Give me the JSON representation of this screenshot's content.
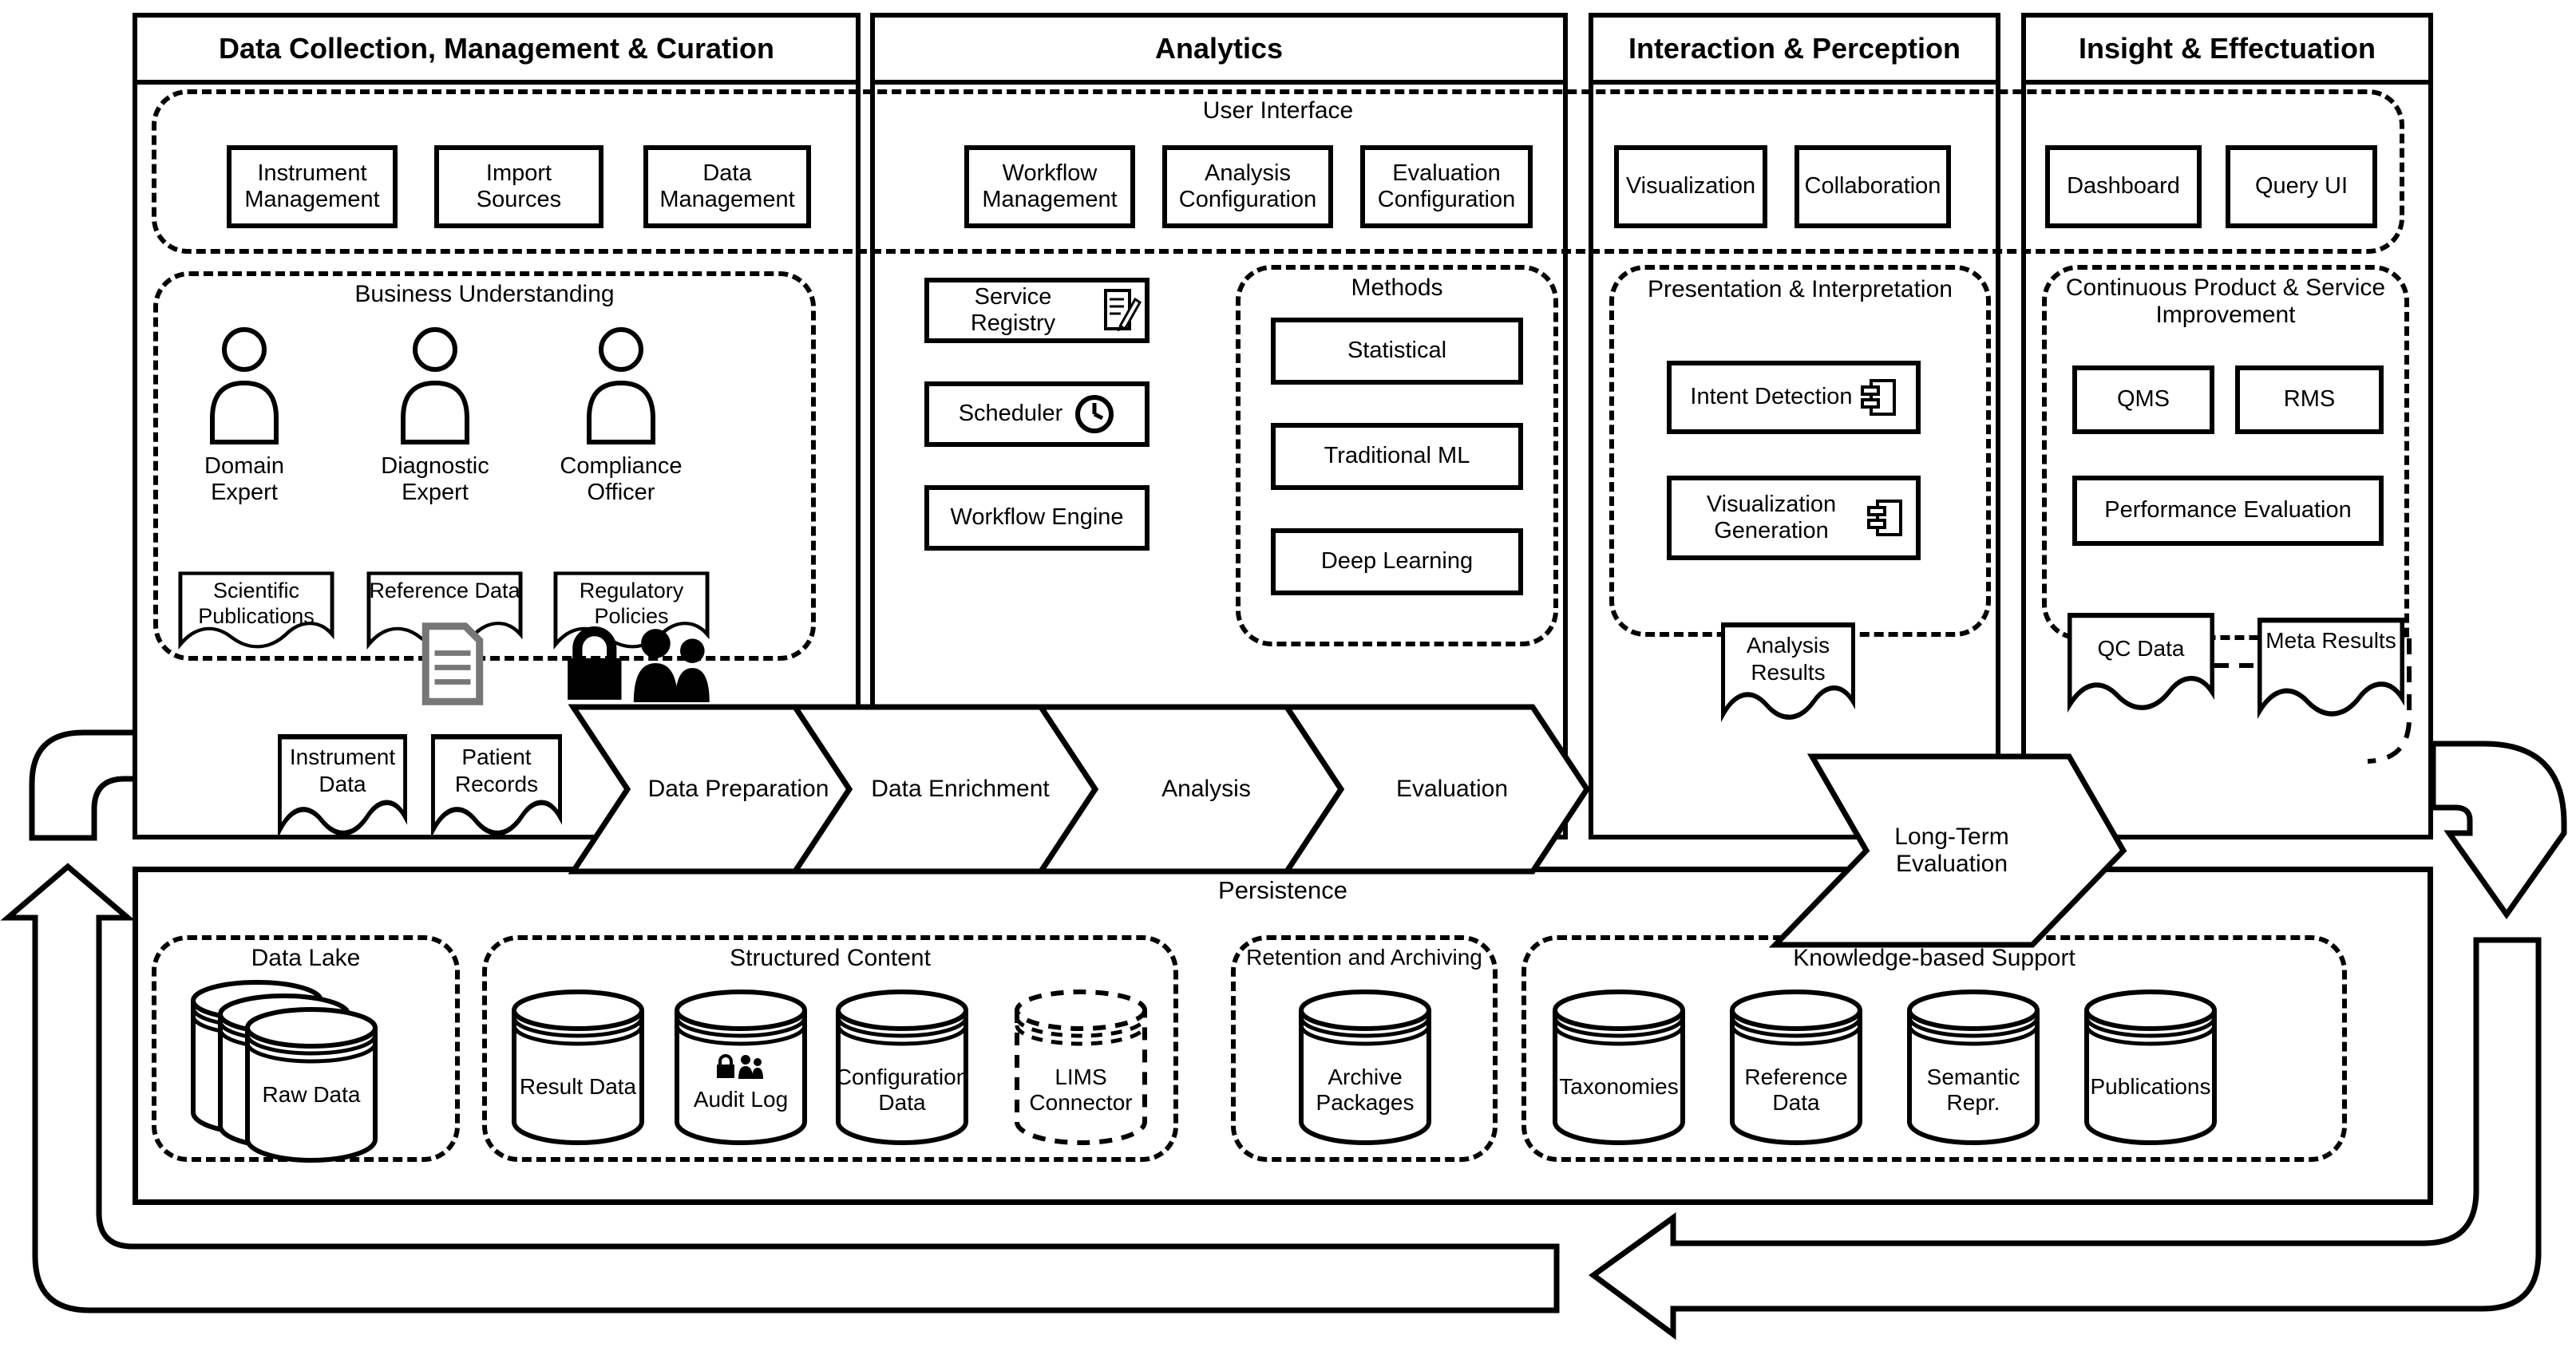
{
  "colors": {
    "ink": "#000000",
    "background": "#ffffff"
  },
  "columns": [
    {
      "title": "Data Collection, Management & Curation"
    },
    {
      "title": "Analytics"
    },
    {
      "title": "Interaction & Perception"
    },
    {
      "title": "Insight & Effectuation"
    }
  ],
  "user_interface": {
    "label": "User Interface",
    "boxes": [
      "Instrument Management",
      "Import Sources",
      "Data Management",
      "Workflow Management",
      "Analysis Configuration",
      "Evaluation Configuration",
      "Visualization",
      "Collaboration",
      "Dashboard",
      "Query UI"
    ]
  },
  "business_understanding": {
    "label": "Business Understanding",
    "actors": [
      "Domain Expert",
      "Diagnostic Expert",
      "Compliance Officer"
    ],
    "documents": [
      "Scientific Publications",
      "Reference Data",
      "Regulatory Policies"
    ]
  },
  "analytics": {
    "services": [
      "Service Registry",
      "Scheduler",
      "Workflow Engine"
    ],
    "methods": {
      "label": "Methods",
      "items": [
        "Statistical",
        "Traditional ML",
        "Deep Learning"
      ]
    }
  },
  "interaction_perception": {
    "group_label": "Presentation & Interpretation",
    "components": [
      "Intent Detection",
      "Visualization Generation"
    ],
    "document": "Analysis Results"
  },
  "insight_effectuation": {
    "group_label": "Continuous Product & Service Improvement",
    "boxes": [
      "QMS",
      "RMS",
      "Performance Evaluation"
    ],
    "documents": [
      "QC Data",
      "Meta Results"
    ]
  },
  "process_flow": {
    "inputs": [
      "Instrument Data",
      "Patient Records"
    ],
    "steps": [
      "Data Preparation",
      "Data Enrichment",
      "Analysis",
      "Evaluation"
    ],
    "long_term_step": "Long-Term Evaluation"
  },
  "persistence": {
    "label": "Persistence",
    "data_lake": {
      "label": "Data Lake",
      "item": "Raw Data"
    },
    "structured_content": {
      "label": "Structured Content",
      "items": [
        "Result Data",
        "Audit Log",
        "Configuration Data",
        "LIMS Connector"
      ]
    },
    "retention": {
      "label": "Retention and Archiving",
      "item": "Archive Packages"
    },
    "knowledge": {
      "label": "Knowledge-based Support",
      "items": [
        "Taxonomies",
        "Reference Data",
        "Semantic Repr.",
        "Publications"
      ]
    }
  }
}
